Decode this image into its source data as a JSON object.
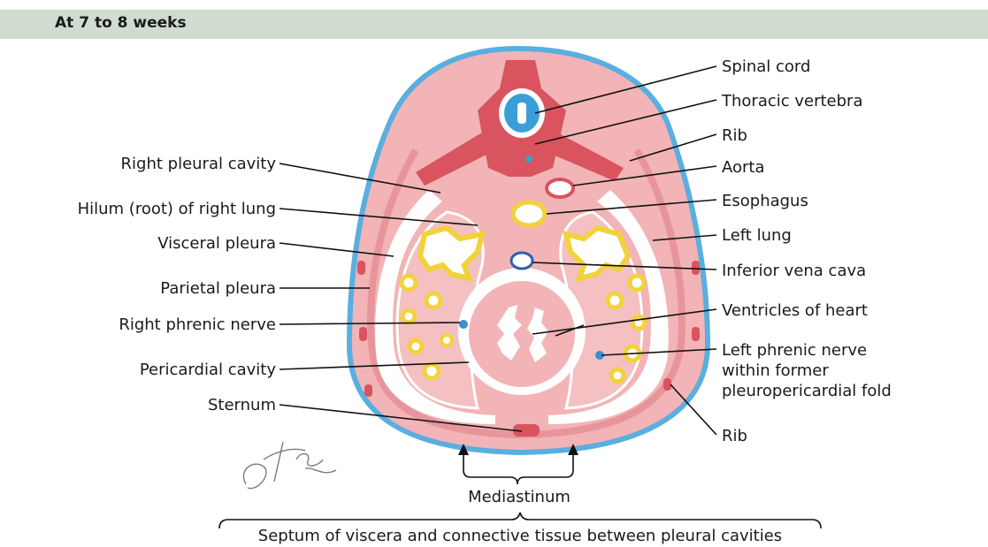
{
  "header": {
    "title": "At 7 to 8 weeks"
  },
  "labels": {
    "spinal_cord": "Spinal cord",
    "thoracic_vertebra": "Thoracic vertebra",
    "rib_upper": "Rib",
    "aorta": "Aorta",
    "esophagus": "Esophagus",
    "left_lung": "Left lung",
    "inferior_vena_cava": "Inferior vena cava",
    "ventricles_of_heart": "Ventricles of heart",
    "left_phrenic_1": "Left phrenic nerve",
    "left_phrenic_2": "within former",
    "left_phrenic_3": "pleuropericardial fold",
    "rib_lower": "Rib",
    "right_pleural_cavity": "Right pleural cavity",
    "hilum": "Hilum (root) of right lung",
    "visceral_pleura": "Visceral pleura",
    "parietal_pleura": "Parietal pleura",
    "right_phrenic_nerve": "Right phrenic nerve",
    "pericardial_cavity": "Pericardial cavity",
    "sternum": "Sternum",
    "mediastinum": "Mediastinum",
    "septum": "Septum of viscera and connective tissue between pleural cavities"
  },
  "colors": {
    "skin_outline": "#5aaee0",
    "tissue": "#f2b4b6",
    "muscle": "#e0737c",
    "cavity": "#ffffff",
    "lung_yellow": "#f2d23a",
    "nerve_blue": "#3a8fd0",
    "header_bg": "#cfdccf"
  }
}
